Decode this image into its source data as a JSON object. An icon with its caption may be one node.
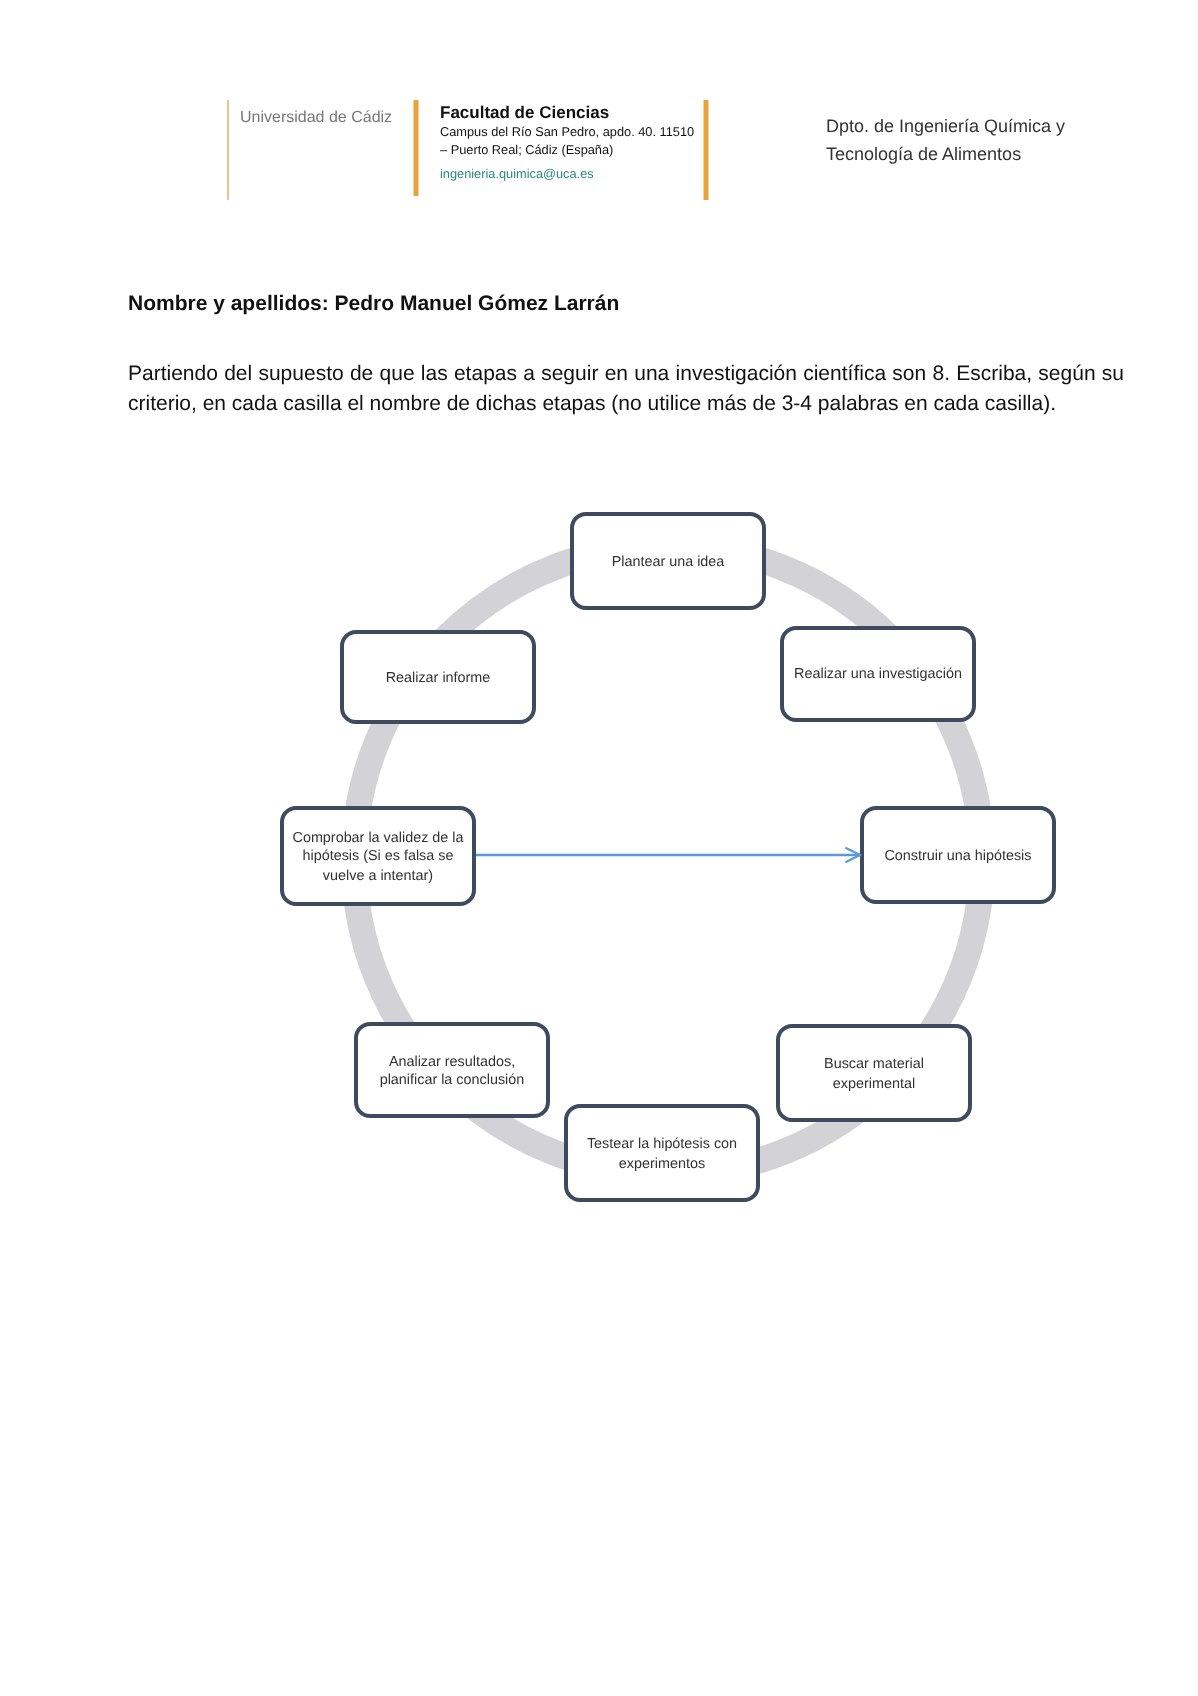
{
  "diagram": {
    "nodes": [
      {
        "text": [
          "Plantear una idea"
        ]
      },
      {
        "text": [
          "Realizar una investigación"
        ]
      },
      {
        "text": [
          "Construir una hipótesis"
        ]
      },
      {
        "text": [
          "Buscar material experimental"
        ]
      },
      {
        "text": [
          "Testear la hipótesis con experimentos"
        ]
      },
      {
        "text": [
          "Analizar resultados, planificar la conclusión"
        ]
      },
      {
        "text": [
          "Comprobar la validez de la hipótesis (Si es falsa se vuelve a intentar)"
        ]
      },
      {
        "text": [
          "Realizar informe"
        ]
      }
    ],
    "edges": [
      {
        "from": 6,
        "to": 2,
        "arrow": "to",
        "color": "#5b9bd5"
      }
    ],
    "labels": [
      "Universidad de Cádiz",
      "Facultad de Ciencias",
      "Campus del Río San Pedro, apdo. 40. 11510 – Puerto Real; Cádiz (España)",
      "ingenieria.quimica@uca.es",
      "Dpto. de Ingeniería Química y Tecnología de Alimentos",
      "Nombre y apellidos: Pedro Manuel Gómez Larrán",
      "Partiendo del supuesto de que las etapas a seguir en una investigación científica son 8. Escriba, según su criterio, en cada casilla el nombre de dichas etapas (no utilice más de 3-4 palabras en cada casilla)."
    ]
  }
}
